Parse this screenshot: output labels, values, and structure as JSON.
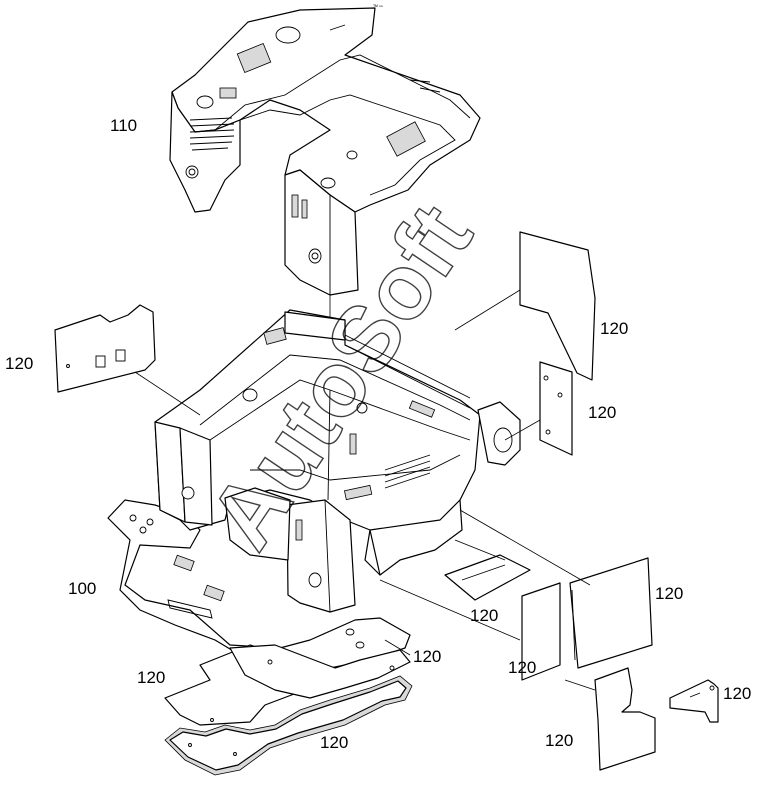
{
  "diagram": {
    "top_mark": "ᵀᴹ ⁿⁿ",
    "watermark": "AutoSoft",
    "labels": {
      "upper_frame": "110",
      "lower_frame": "100",
      "left_panel": "120",
      "right_top_panel": "120",
      "right_mid_panel": "120",
      "center_bottom_pad": "120",
      "right_bottom_panel_a": "120",
      "right_bottom_panel_b": "120",
      "front_floor_plate": "120",
      "left_floor_mat": "120",
      "bottom_floor_mat": "120",
      "bottom_right_panel": "120",
      "small_bracket": "120"
    }
  }
}
